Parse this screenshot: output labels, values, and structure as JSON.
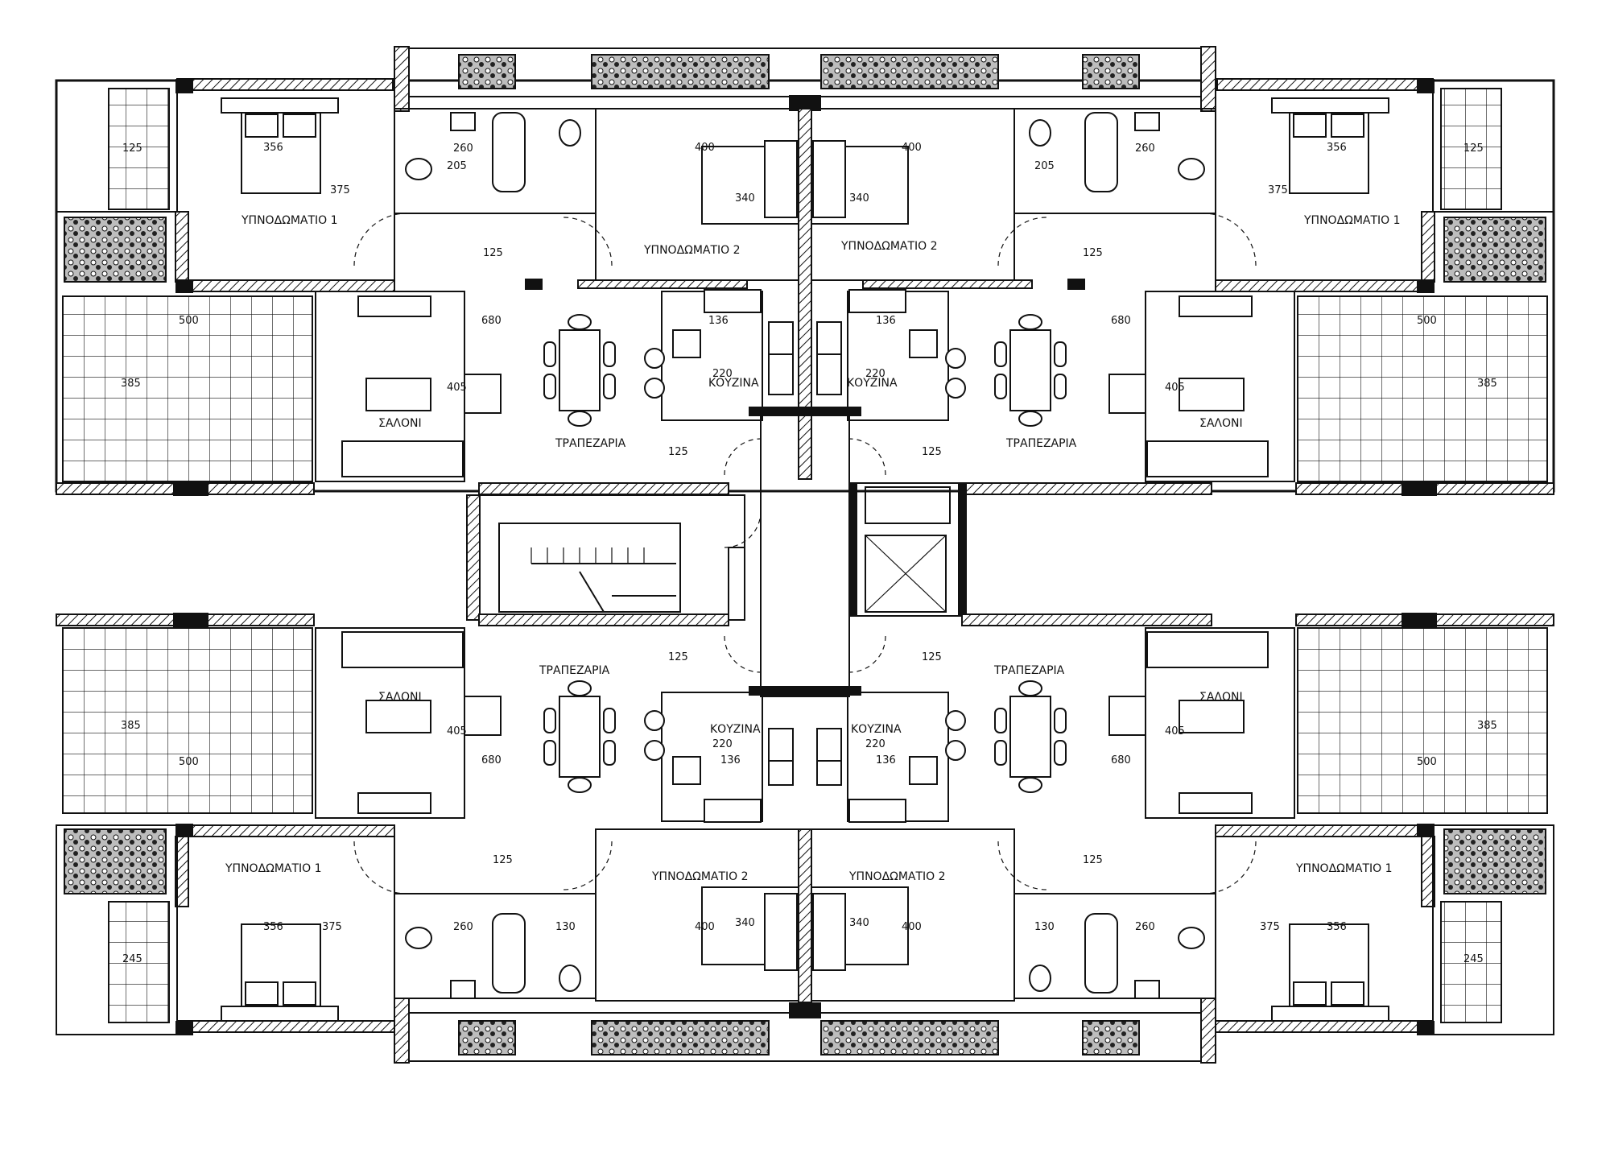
{
  "rooms": {
    "bedroom1": "ΥΠΝΟΔΩΜΑΤΙΟ 1",
    "bedroom2": "ΥΠΝΟΔΩΜΑΤΙΟ 2",
    "living": "ΣΑΛΟΝΙ",
    "dining": "ΤΡΑΠΕΖΑΡΙΑ",
    "kitchen": "ΚΟΥΖΙΝΑ"
  },
  "dims": {
    "bed1_w": "356",
    "bed1_h": "375",
    "bed2_w": "400",
    "bed2_h": "340",
    "bath_w": "260",
    "bath_h": "205",
    "wc_w": "130",
    "door": "125",
    "balcony_a": "245",
    "balcony_b": "125",
    "living_w": "680",
    "living_h": "405",
    "kitchen_w": "136",
    "kitchen_h": "220",
    "veranda_w": "500",
    "veranda_h": "385"
  }
}
